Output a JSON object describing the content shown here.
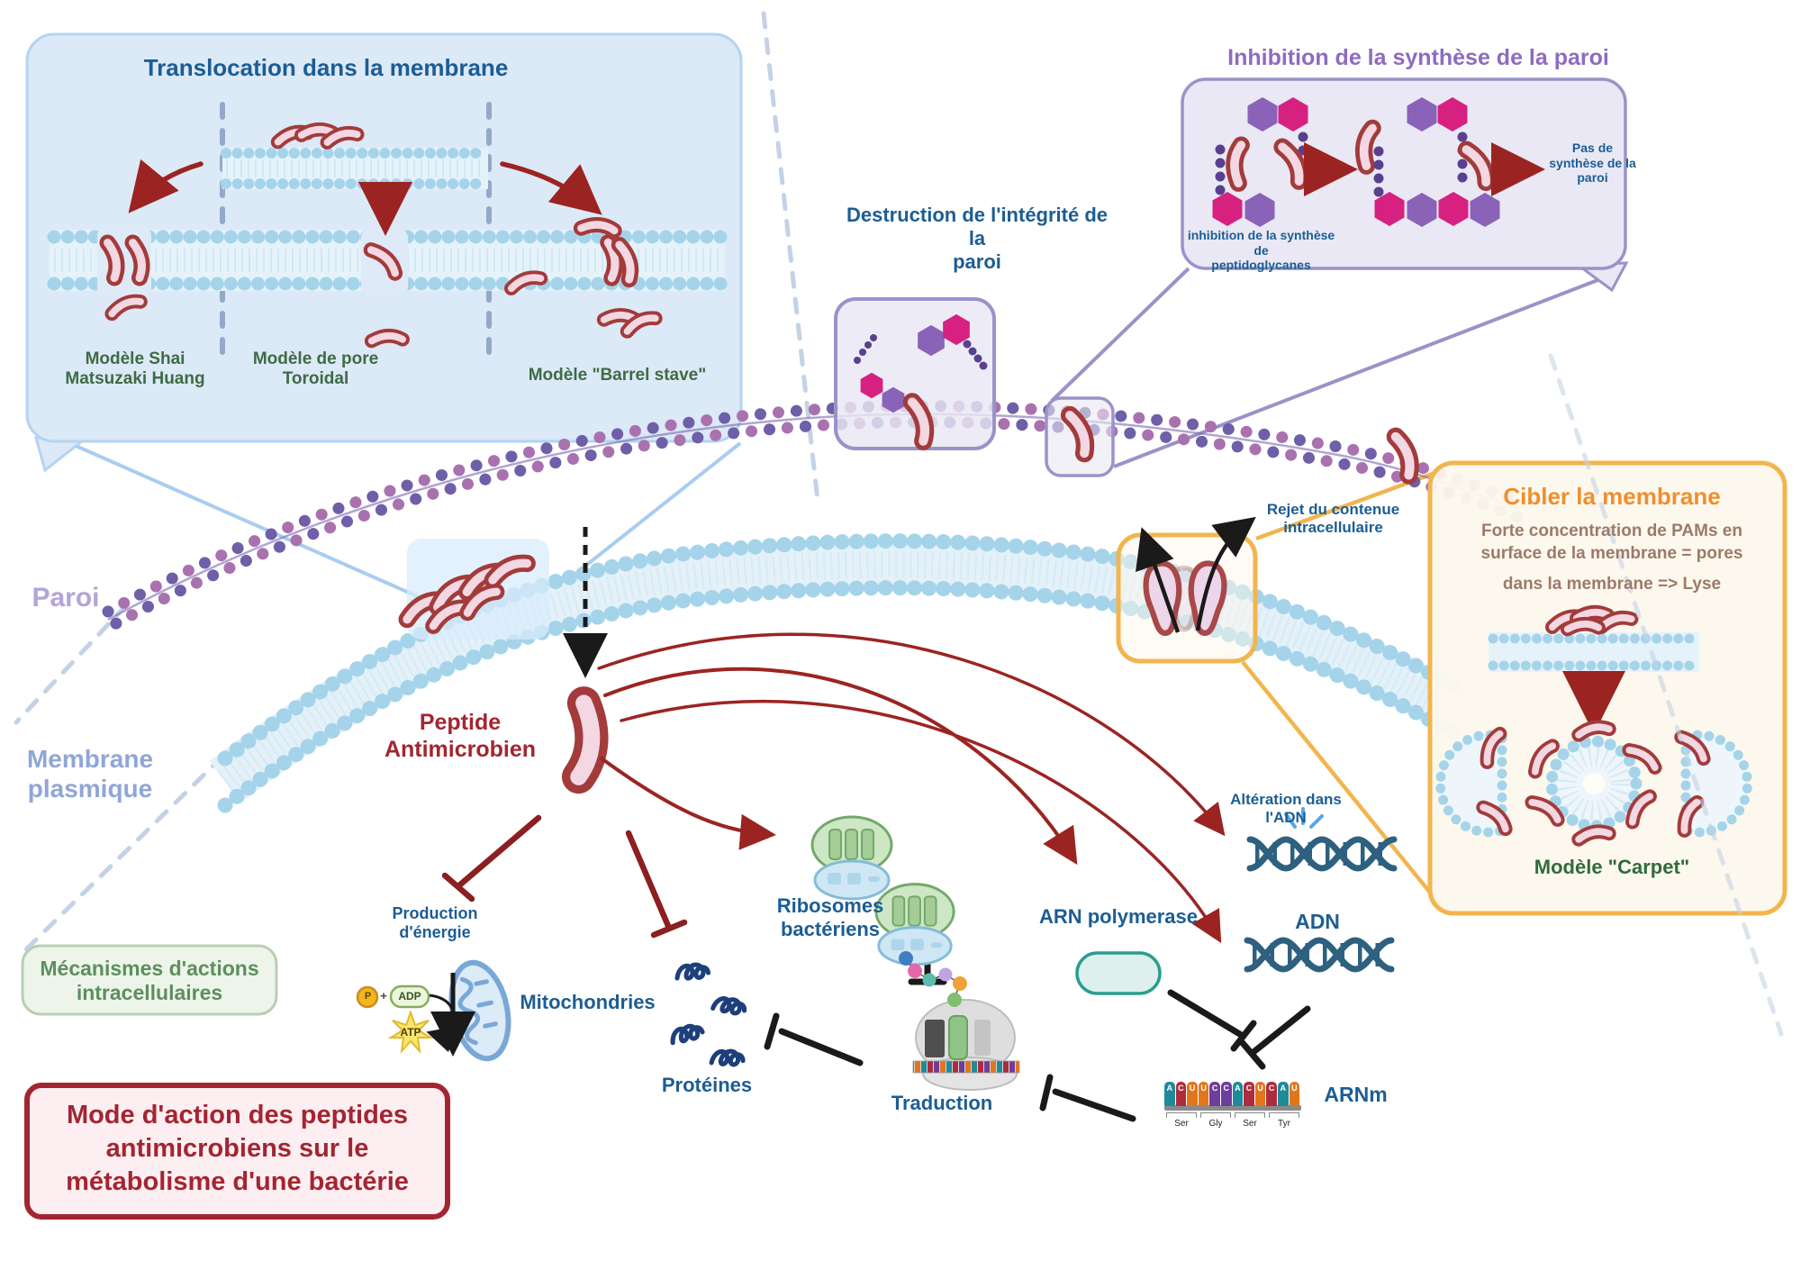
{
  "palette": {
    "accent_red": "#9b2422",
    "accent_blue": "#1c5d94",
    "accent_purple": "#8e6bbf",
    "accent_orange": "#ef8f2f",
    "accent_green": "#3f6b45",
    "wall_purple": "#6f5fa8",
    "wall_mauve": "#a972ae",
    "membrane_blue": "#a5d4ea",
    "dark_red": "#a32531"
  },
  "translocation_box": {
    "title": "Translocation dans la membrane",
    "model_1": "Modèle Shai\nMatsuzaki Huang",
    "model_2": "Modèle de pore\nToroidal",
    "model_3": "Modèle \"Barrel stave\""
  },
  "inhibition_box": {
    "title": "Inhibition de la synthèse de la paroi",
    "caption_left": "inhibition de la synthèse de\npeptidoglycanes",
    "caption_right": "Pas de\nsynthèse de la\nparoi"
  },
  "destruction": {
    "title": "Destruction de l'intégrité de la\nparoi"
  },
  "rejet": {
    "label": "Rejet du contenue\nintracellulaire"
  },
  "cibler_box": {
    "title": "Cibler la membrane",
    "subtitle_1": "Forte concentration de PAMs en\nsurface de la membrane = pores",
    "subtitle_2": "dans la membrane => Lyse",
    "model": "Modèle \"Carpet\""
  },
  "structure_labels": {
    "paroi": "Paroi",
    "membrane": "Membrane\nplasmique"
  },
  "peptide_label": "Peptide\nAntimicrobien",
  "mecanismes_box": {
    "label": "Mécanismes d'actions\nintracellulaires"
  },
  "energy": {
    "label": "Production\nd'énergie",
    "mito": "Mitochondries",
    "p": "P",
    "plus": "+",
    "adp": "ADP",
    "atp": "ATP"
  },
  "intracellular": {
    "ribosomes": "Ribosomes\nbactériens",
    "proteines": "Protéines",
    "traduction": "Traduction",
    "arn_poly": "ARN polymerase",
    "alteration": "Altération dans\nl'ADN",
    "adn": "ADN",
    "arnm": "ARNm"
  },
  "arnm_strip": {
    "bases": [
      {
        "letter": "A",
        "color": "#1f8a99"
      },
      {
        "letter": "C",
        "color": "#ae2b3d"
      },
      {
        "letter": "U",
        "color": "#e2761b"
      },
      {
        "letter": "U",
        "color": "#e2761b"
      },
      {
        "letter": "C",
        "color": "#6f3d9b"
      },
      {
        "letter": "C",
        "color": "#6f3d9b"
      },
      {
        "letter": "A",
        "color": "#1f8a99"
      },
      {
        "letter": "C",
        "color": "#ae2b3d"
      },
      {
        "letter": "U",
        "color": "#e2761b"
      },
      {
        "letter": "C",
        "color": "#ae2b3d"
      },
      {
        "letter": "A",
        "color": "#1f8a99"
      },
      {
        "letter": "U",
        "color": "#e2761b"
      }
    ],
    "codons": [
      "Ser",
      "Gly",
      "Ser",
      "Tyr"
    ]
  },
  "footer_box": {
    "title": "Mode d'action des peptides\nantimicrobiens sur le\nmétabolisme  d'une bactérie"
  }
}
